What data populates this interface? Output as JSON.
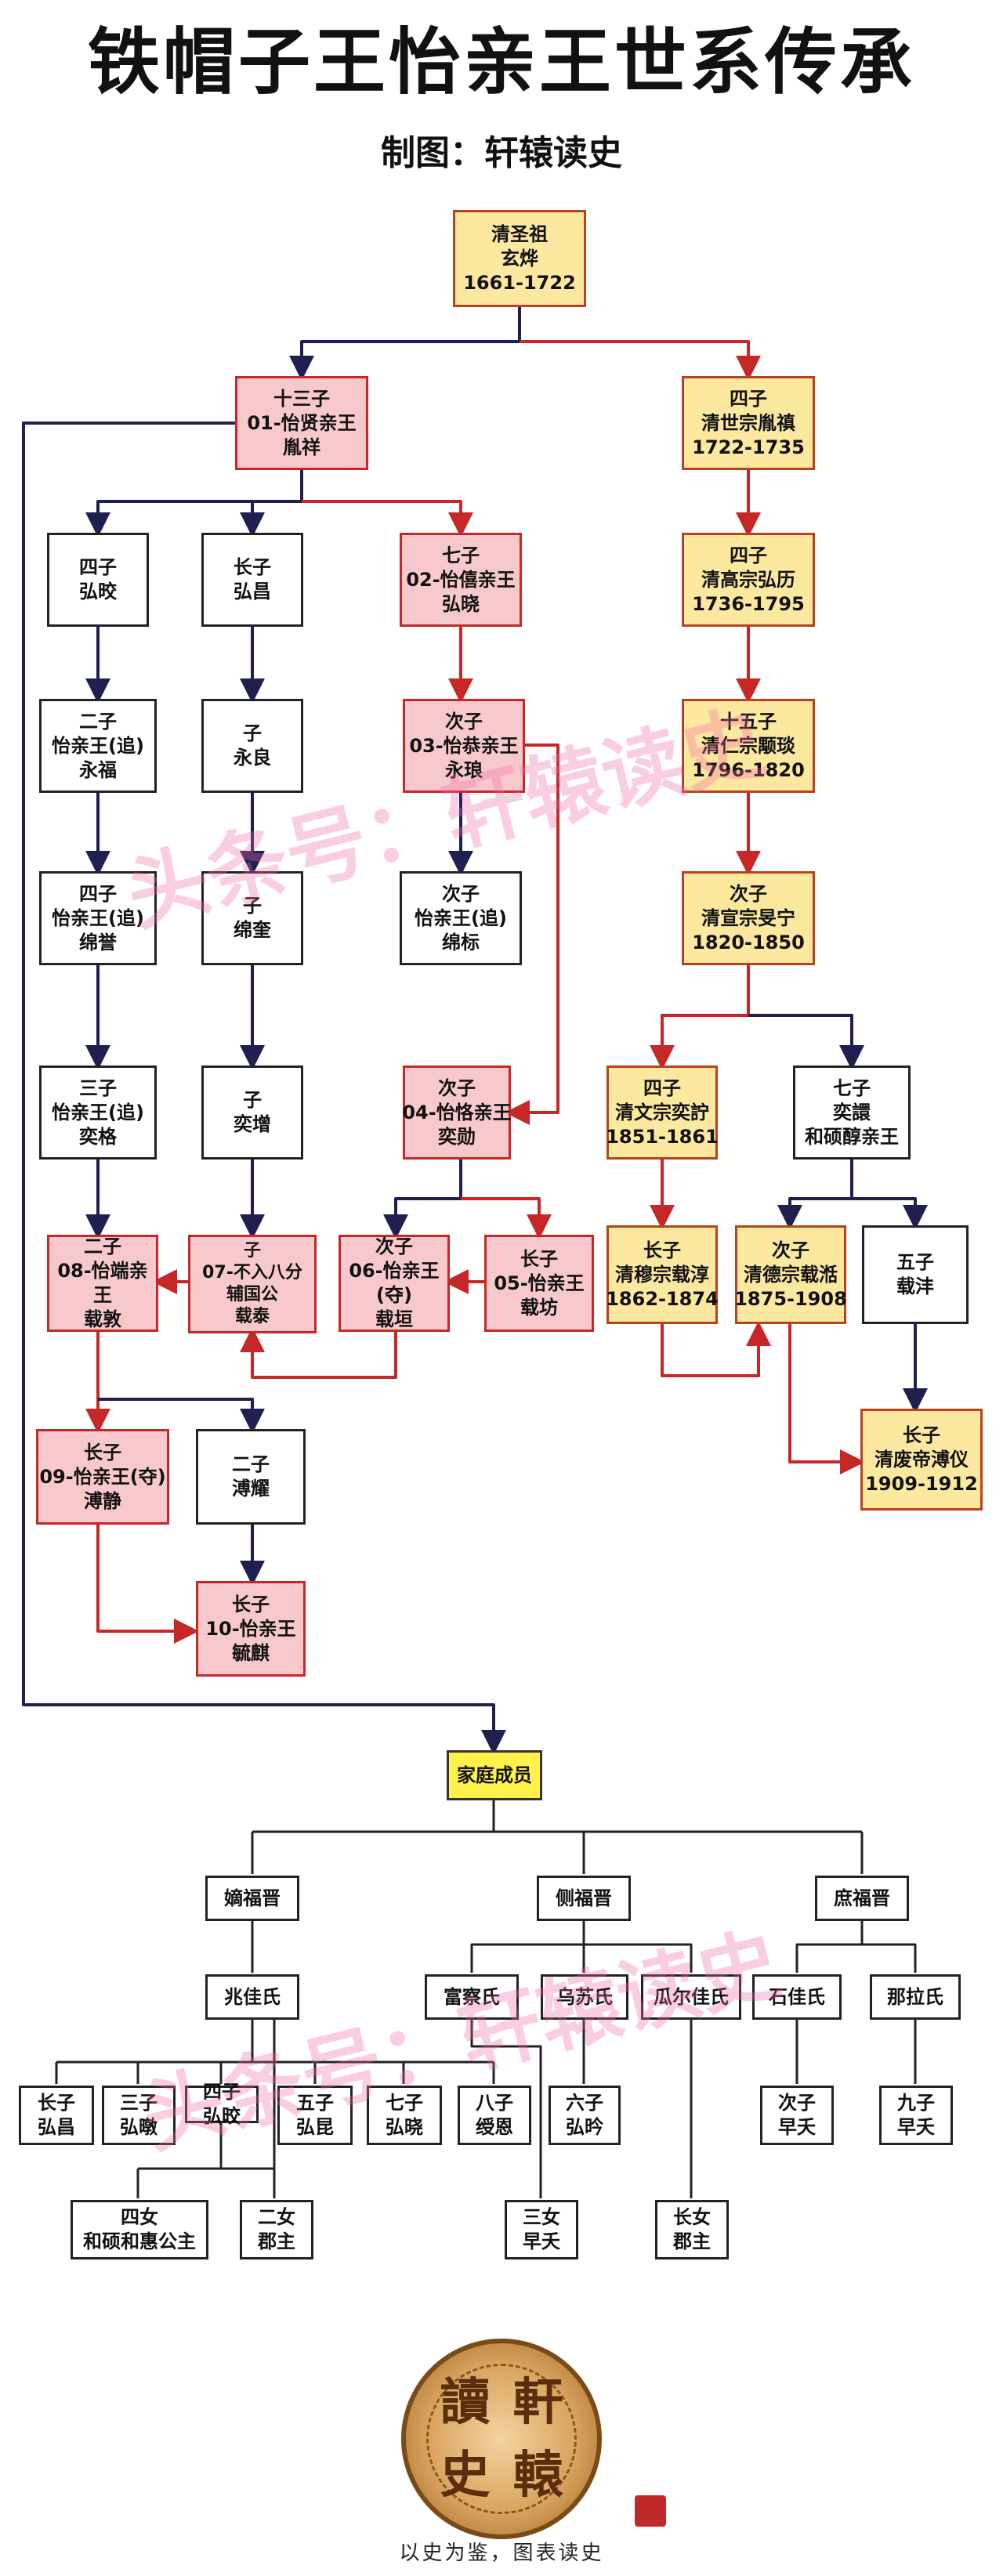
{
  "title": "铁帽子王怡亲王世系传承",
  "subtitle": "制图：轩辕读史",
  "watermark_text": "头条号：轩辕读史",
  "colors": {
    "emperor_fill": "#fde8a0",
    "yi_prince_fill": "#f8c9cc",
    "family_fill": "#fff24a",
    "red_line": "#c62828",
    "navy_line": "#1f2050"
  },
  "nodes": {
    "kangxi": [
      "清圣祖",
      "玄烨",
      "1661-1722"
    ],
    "yinxiang": [
      "十三子",
      "01-怡贤亲王",
      "胤祥"
    ],
    "yongzheng": [
      "四子",
      "清世宗胤禛",
      "1722-1735"
    ],
    "hongjiao": [
      "四子",
      "弘晈"
    ],
    "hongchang": [
      "长子",
      "弘昌"
    ],
    "hongxiao": [
      "七子",
      "02-怡僖亲王",
      "弘晓"
    ],
    "qianlong": [
      "四子",
      "清高宗弘历",
      "1736-1795"
    ],
    "yongfu": [
      "二子",
      "怡亲王(追)",
      "永福"
    ],
    "yongliang": [
      "子",
      "永良"
    ],
    "yonglang": [
      "次子",
      "03-怡恭亲王",
      "永琅"
    ],
    "jiaqing": [
      "十五子",
      "清仁宗颙琰",
      "1796-1820"
    ],
    "mianyu": [
      "四子",
      "怡亲王(追)",
      "绵誉"
    ],
    "miankui": [
      "子",
      "绵奎"
    ],
    "mianbiao": [
      "次子",
      "怡亲王(追)",
      "绵标"
    ],
    "daoguang": [
      "次子",
      "清宣宗旻宁",
      "1820-1850"
    ],
    "yige": [
      "三子",
      "怡亲王(追)",
      "奕格"
    ],
    "yizeng": [
      "子",
      "奕增"
    ],
    "yixun": [
      "次子",
      "04-怡恪亲王",
      "奕勋"
    ],
    "xianfeng": [
      "四子",
      "清文宗奕詝",
      "1851-1861"
    ],
    "yixuan": [
      "七子",
      "奕譞",
      "和硕醇亲王"
    ],
    "zaidun": [
      "二子",
      "08-怡端亲",
      "王",
      "载敦"
    ],
    "zaiyuan": [
      "子",
      "07-不入八分",
      "辅国公",
      "载泰"
    ],
    "zaiyuan2": [
      "次子",
      "06-怡亲王",
      "(夺)",
      "载垣"
    ],
    "zaifang": [
      "长子",
      "05-怡亲王",
      "载坊"
    ],
    "tongzhi": [
      "长子",
      "清穆宗载淳",
      "1862-1874"
    ],
    "guangxu": [
      "次子",
      "清德宗载湉",
      "1875-1908"
    ],
    "zaifeng": [
      "五子",
      "载沣"
    ],
    "pujing": [
      "长子",
      "09-怡亲王(夺)",
      "溥静"
    ],
    "puyao": [
      "二子",
      "溥耀"
    ],
    "puyi": [
      "长子",
      "清废帝溥仪",
      "1909-1912"
    ],
    "yuqi": [
      "长子",
      "10-怡亲王",
      "毓麒"
    ],
    "family": [
      "家庭成员"
    ],
    "difujin": [
      "嫡福晋"
    ],
    "cefujin": [
      "侧福晋"
    ],
    "shufujin": [
      "庶福晋"
    ],
    "zhaojia": [
      "兆佳氏"
    ],
    "fucha": [
      "富察氏"
    ],
    "wusu": [
      "乌苏氏"
    ],
    "guaerjia": [
      "瓜尔佳氏"
    ],
    "shijia": [
      "石佳氏"
    ],
    "nala": [
      "那拉氏"
    ],
    "c_hongchang": [
      "长子",
      "弘昌"
    ],
    "c_hongdun": [
      "三子",
      "弘暾"
    ],
    "c_hongjiao": [
      "四子",
      "弘晈"
    ],
    "c_hongkun": [
      "五子",
      "弘昆"
    ],
    "c_hongxiao": [
      "七子",
      "弘晓"
    ],
    "c_shouen": [
      "八子",
      "绶恩"
    ],
    "c_siv": [
      "四女",
      "和硕和惠公主"
    ],
    "c_erv": [
      "二女",
      "郡主"
    ],
    "c_sanv": [
      "三女",
      "早夭"
    ],
    "c_hongqin": [
      "六子",
      "弘昑"
    ],
    "c_zhangv": [
      "长女",
      "郡主"
    ],
    "c_cizi": [
      "次子",
      "早夭"
    ],
    "c_jiuzi": [
      "九子",
      "早夭"
    ]
  },
  "seal": {
    "chars": [
      "讀",
      "軒",
      "史",
      "轅"
    ],
    "slogan": "以史为鉴，图表读史"
  }
}
